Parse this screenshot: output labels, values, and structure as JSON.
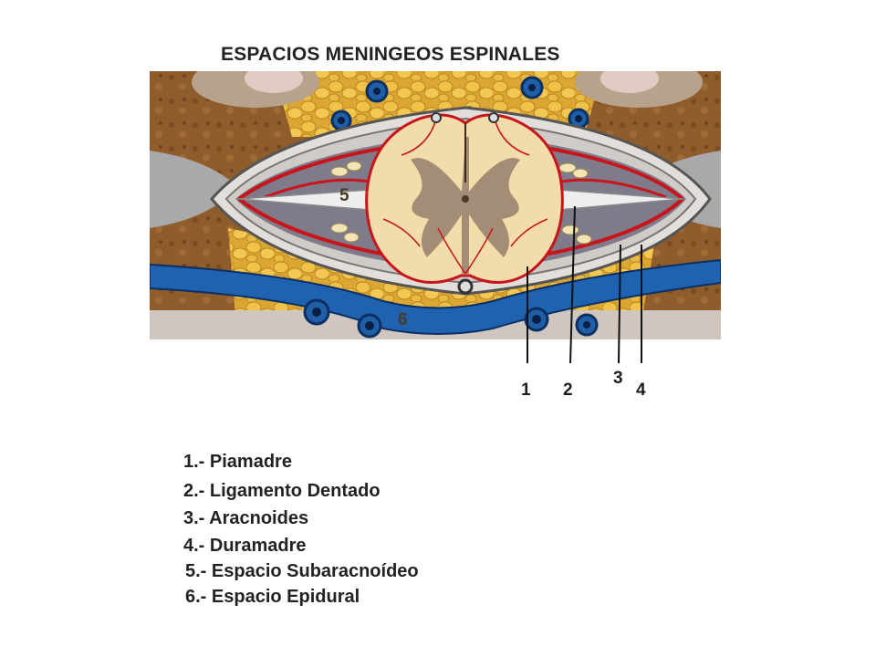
{
  "title": "ESPACIOS MENINGEOS ESPINALES",
  "figure_labels": {
    "n1": "1",
    "n2": "2",
    "n3": "3",
    "n4": "4",
    "n5": "5",
    "n6": "6"
  },
  "legend": [
    "1.- Piamadre",
    "2.- Ligamento Dentado",
    "3.- Aracnoides",
    "4.- Duramadre",
    "5.- Espacio Subaracnoídeo",
    "6.- Espacio Epidural"
  ],
  "colors": {
    "background": "#ffffff",
    "text": "#222222",
    "cord_white_matter": "#f1d9a8",
    "gray_matter": "#9b8470",
    "dura": "#e0ddd8",
    "pia_vessels": "#c8141b",
    "fat": "#e8b43a",
    "veins": "#1e5fa8",
    "bone": "#8a5a2e"
  }
}
